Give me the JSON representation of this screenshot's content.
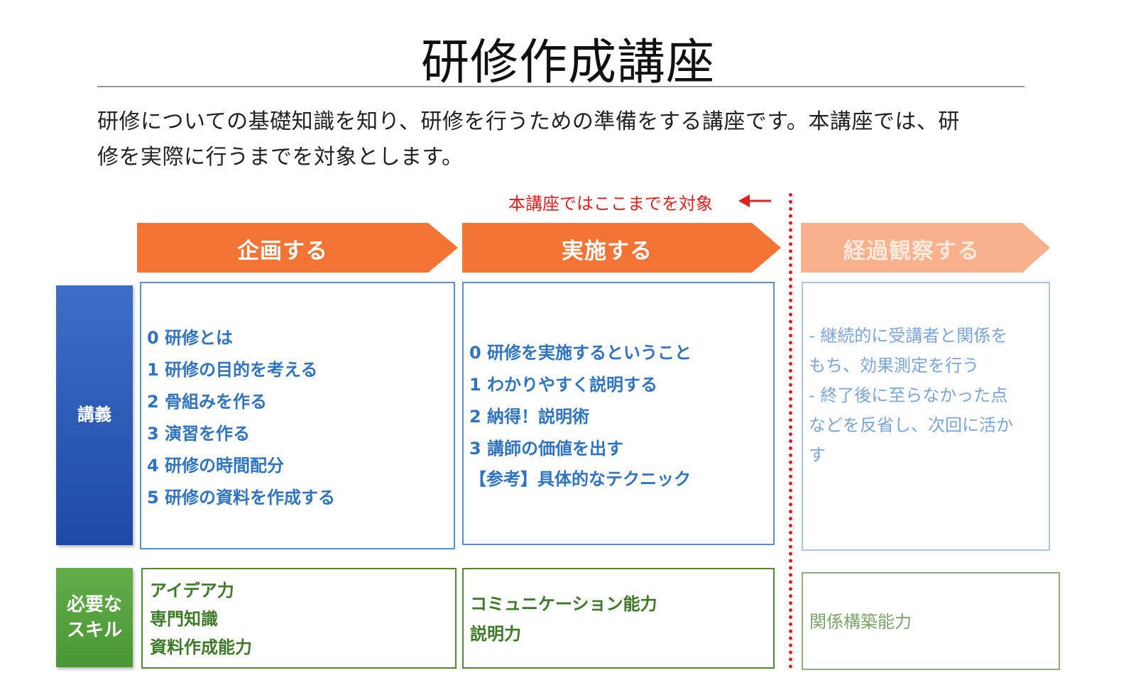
{
  "title": "研修作成講座",
  "description": {
    "line1": "研修についての基礎知識を知り、研修を行うための準備をする講座です。本講座では、研",
    "line2": "修を実際に行うまでを対象とします。"
  },
  "scope_note": "本講座ではここまでを対象",
  "colors": {
    "phase_primary": "#f37435",
    "phase_faded": "#f9b08c",
    "divider": "#e02020",
    "lecture_label": "#2b5bb5",
    "skills_label": "#55a33f",
    "lecture_text": "#2f74c0",
    "skill_text": "#3d7a25"
  },
  "phases": [
    {
      "label": "企画する"
    },
    {
      "label": "実施する"
    },
    {
      "label": "経過観察する"
    }
  ],
  "rows": {
    "lecture_label": "講義",
    "skills_label_line1": "必要な",
    "skills_label_line2": "スキル"
  },
  "lectures": {
    "plan": [
      "0 研修とは",
      "1 研修の目的を考える",
      "2 骨組みを作る",
      "3 演習を作る",
      "4 研修の時間配分",
      "5 研修の資料を作成する"
    ],
    "implement": [
      "0 研修を実施するということ",
      "1 わかりやすく説明する",
      "2 納得！説明術",
      "3 講師の価値を出す",
      "【参考】具体的なテクニック"
    ],
    "follow": [
      "- 継続的に受講者と関係を",
      "もち、効果測定を行う",
      "- 終了後に至らなかった点",
      "などを反省し、次回に活か",
      "す"
    ]
  },
  "skills": {
    "plan": [
      "アイデア力",
      "専門知識",
      "資料作成能力"
    ],
    "implement": [
      "コミュニケーション能力",
      "説明力"
    ],
    "follow": [
      "関係構築能力"
    ]
  }
}
